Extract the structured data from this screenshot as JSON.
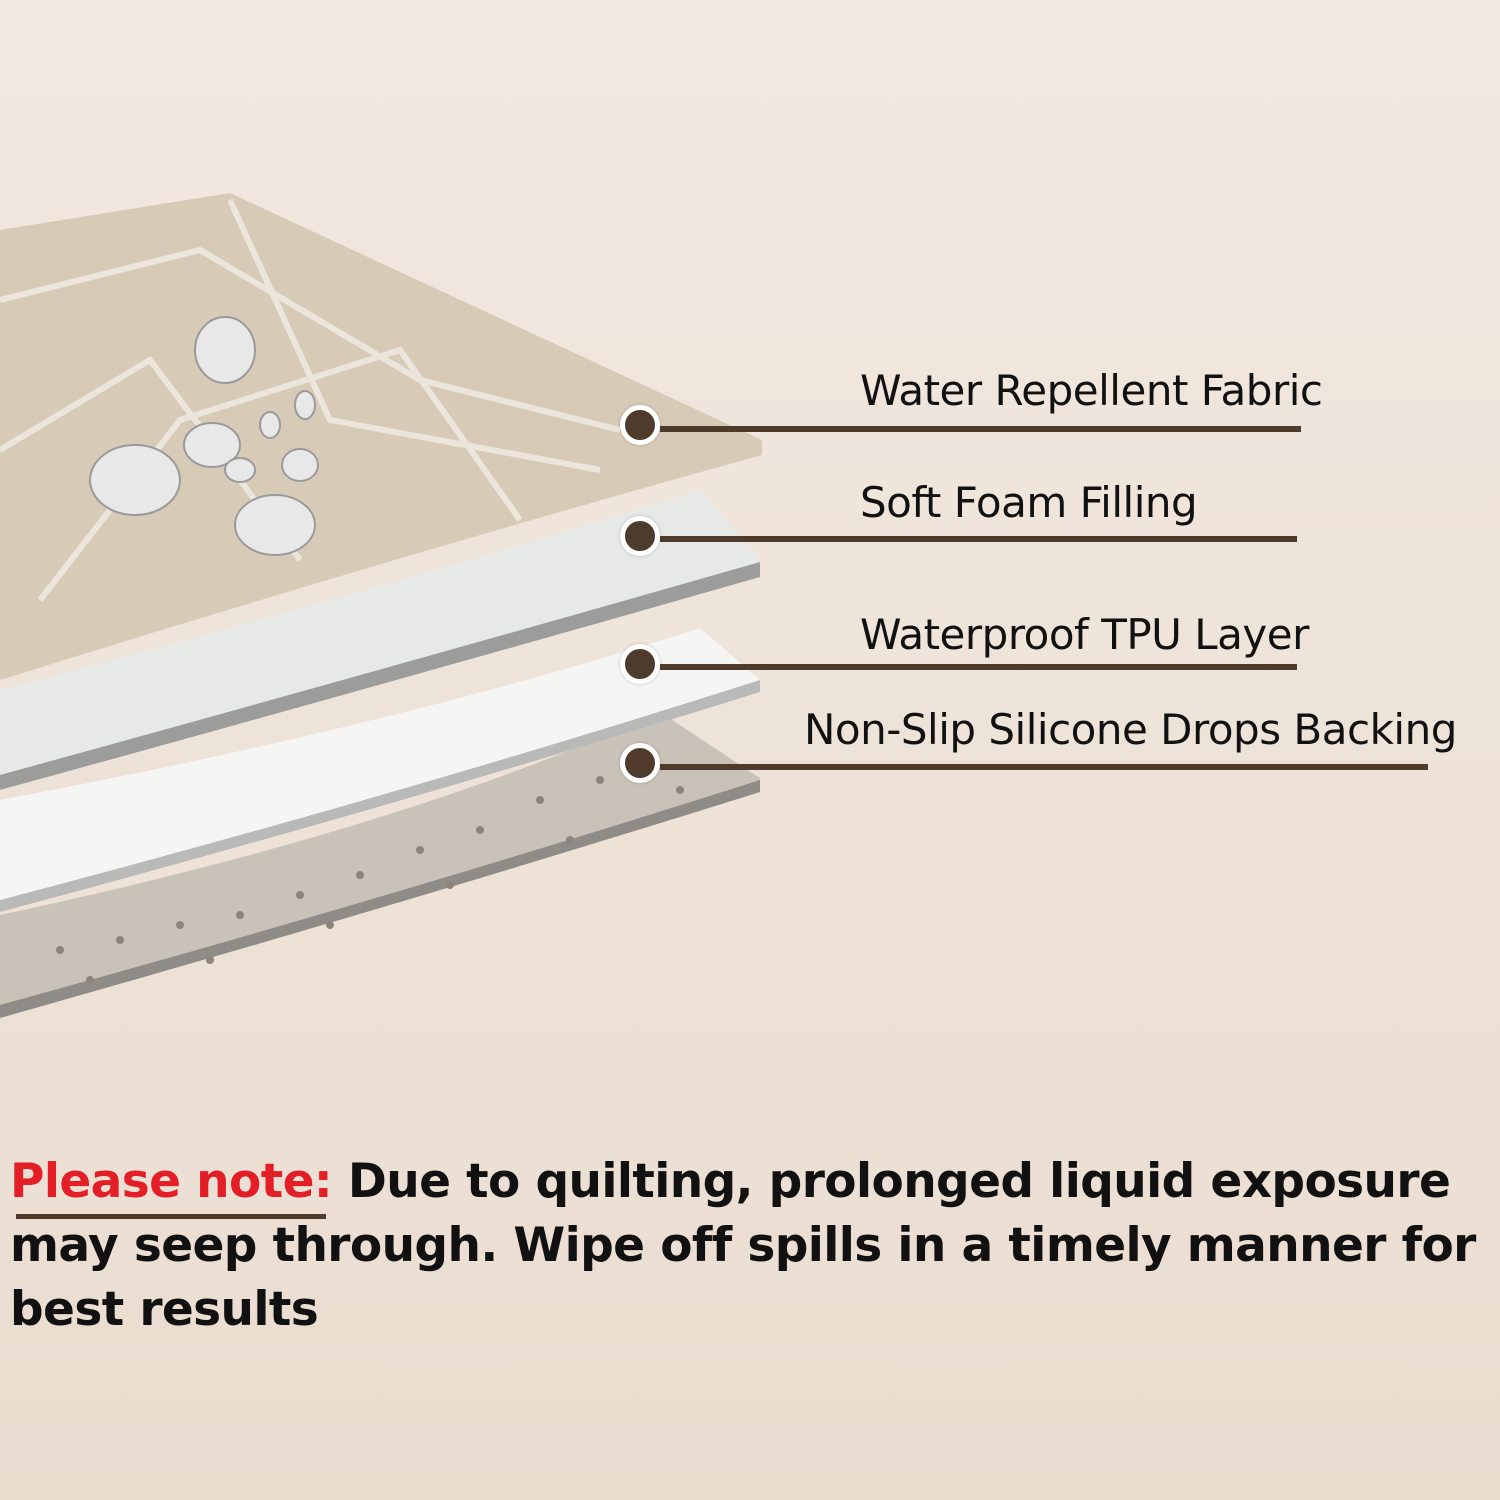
{
  "layers": [
    {
      "label": "Water Repellent Fabric"
    },
    {
      "label": "Soft Foam Filling"
    },
    {
      "label": "Waterproof TPU Layer"
    },
    {
      "label": "Non-Slip Silicone Drops Backing"
    }
  ],
  "note": {
    "prefix": "Please note:",
    "text": " Due to quilting, prolonged liquid exposure may seep through. Wipe off spills in a timely manner for best results"
  },
  "colors": {
    "accent": "#4e3b2c",
    "note_red": "#e41e26"
  }
}
